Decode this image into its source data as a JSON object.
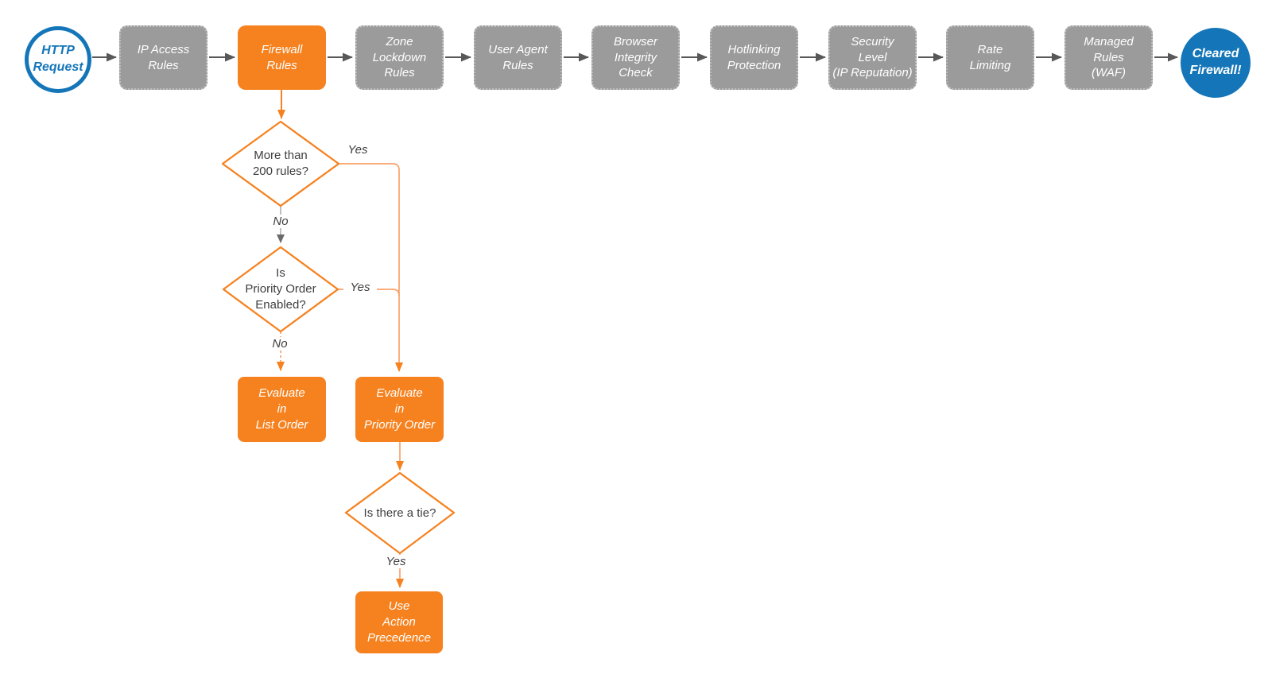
{
  "pipeline": {
    "start": {
      "label": "HTTP\nRequest"
    },
    "stages": [
      {
        "label": "IP Access\nRules"
      },
      {
        "label": "Firewall\nRules"
      },
      {
        "label": "Zone\nLockdown\nRules"
      },
      {
        "label": "User Agent\nRules"
      },
      {
        "label": "Browser\nIntegrity\nCheck"
      },
      {
        "label": "Hotlinking\nProtection"
      },
      {
        "label": "Security\nLevel\n(IP Reputation)"
      },
      {
        "label": "Rate\nLimiting"
      },
      {
        "label": "Managed\nRules\n(WAF)"
      }
    ],
    "end": {
      "label": "Cleared\nFirewall!"
    }
  },
  "decision_tree": {
    "rule_count_question": "More than\n200 rules?",
    "priority_order_question": "Is\nPriority Order\nEnabled?",
    "tie_question": "Is there a tie?",
    "evaluate_list_order": "Evaluate\nin\nList Order",
    "evaluate_priority_order": "Evaluate\nin\nPriority Order",
    "use_action_precedence": "Use\nAction\nPrecedence",
    "edge_labels": {
      "rule_count_yes": "Yes",
      "rule_count_no": "No",
      "priority_order_yes": "Yes",
      "priority_order_no": "No",
      "tie_yes": "Yes"
    }
  },
  "colors": {
    "orange": "#F6821F",
    "orange_light_connector": "#F9A26B",
    "blue": "#1476B8",
    "gray_box": "#9B9B9B",
    "dark_connector": "#58585A",
    "text_dark": "#3E3E3E",
    "text_light": "#FFFFFF"
  }
}
